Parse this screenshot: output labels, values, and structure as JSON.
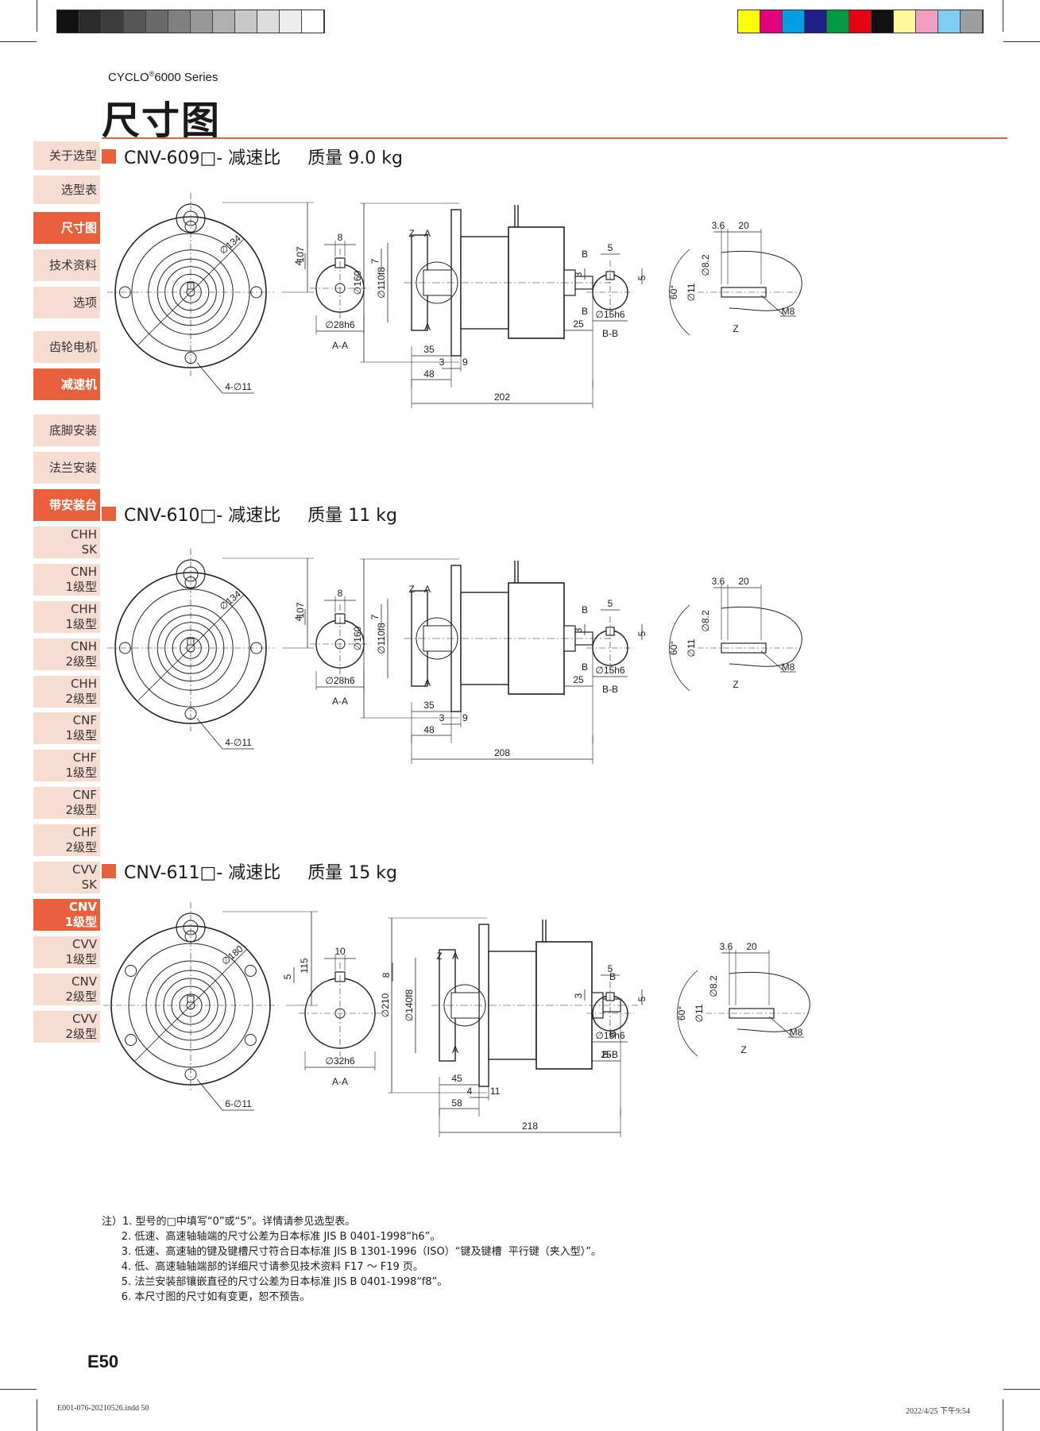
{
  "header": {
    "series": "CYCLO",
    "series_sup": "®",
    "series_rest": "6000 Series",
    "title": "尺寸图"
  },
  "colors": {
    "accent": "#e8603c",
    "tab_bg": "#f7dcd2"
  },
  "gray_bar": [
    "#111111",
    "#2b2b2b",
    "#3d3d3d",
    "#555555",
    "#6a6a6a",
    "#808080",
    "#999999",
    "#b0b0b0",
    "#c8c8c8",
    "#dcdcdc",
    "#ededed",
    "#ffffff"
  ],
  "color_bar": [
    "#ffff00",
    "#e6007e",
    "#00a0e9",
    "#1d2088",
    "#009944",
    "#e60012",
    "#111111",
    "#fff799",
    "#f19ec2",
    "#7ecef4",
    "#9e9e9e"
  ],
  "nav": [
    {
      "label": "关于选型",
      "active": false
    },
    {
      "label": "选型表",
      "active": false
    },
    {
      "label": "尺寸图",
      "active": true
    },
    {
      "label": "技术资料",
      "active": false
    },
    {
      "label": "选项",
      "active": false
    },
    {
      "label": "齿轮电机",
      "active": false
    },
    {
      "label": "减速机",
      "active": true
    },
    {
      "label": "底脚安装",
      "active": false
    },
    {
      "label": "法兰安装",
      "active": false
    },
    {
      "label": "带安装台",
      "active": true
    },
    {
      "label": "CHH\nSK",
      "active": false
    },
    {
      "label": "CNH\n1级型",
      "active": false
    },
    {
      "label": "CHH\n1级型",
      "active": false
    },
    {
      "label": "CNH\n2级型",
      "active": false
    },
    {
      "label": "CHH\n2级型",
      "active": false
    },
    {
      "label": "CNF\n1级型",
      "active": false
    },
    {
      "label": "CHF\n1级型",
      "active": false
    },
    {
      "label": "CNF\n2级型",
      "active": false
    },
    {
      "label": "CHF\n2级型",
      "active": false
    },
    {
      "label": "CVV\nSK",
      "active": false
    },
    {
      "label": "CNV\n1级型",
      "active": true
    },
    {
      "label": "CVV\n1级型",
      "active": false
    },
    {
      "label": "CNV\n2级型",
      "active": false
    },
    {
      "label": "CVV\n2级型",
      "active": false
    }
  ],
  "sections": [
    {
      "model": "CNV-609□- 减速比",
      "mass": "质量  9.0 kg",
      "dims": {
        "pcd": "∅134",
        "h": "107",
        "holes": "4-∅11",
        "key_w": "8",
        "key_d": "7",
        "key_t": "4",
        "shaft": "∅28h6",
        "sec_aa": "A-A",
        "d_outer": "∅160",
        "d_pilot": "∅110f8",
        "l1": "35",
        "l2": "3",
        "l3": "9",
        "l4": "48",
        "total": "202",
        "out": "25",
        "bb_w": "5",
        "bb_t": "3",
        "bb_d": "5",
        "bb_shaft": "∅15h6",
        "sec_bb": "B-B",
        "z1": "3.6",
        "z2": "20",
        "z_d1": "∅8.2",
        "z_d2": "∅11",
        "z_ang": "60°",
        "z_thread": "M8",
        "z": "Z",
        "a": "A",
        "b": "B"
      }
    },
    {
      "model": "CNV-610□- 减速比",
      "mass": "质量  11 kg",
      "dims": {
        "pcd": "∅134",
        "h": "107",
        "holes": "4-∅11",
        "key_w": "8",
        "key_d": "7",
        "key_t": "4",
        "shaft": "∅28h6",
        "sec_aa": "A-A",
        "d_outer": "∅160",
        "d_pilot": "∅110f8",
        "l1": "35",
        "l2": "3",
        "l3": "9",
        "l4": "48",
        "total": "208",
        "out": "25",
        "bb_w": "5",
        "bb_t": "3",
        "bb_d": "5",
        "bb_shaft": "∅15h6",
        "sec_bb": "B-B",
        "z1": "3.6",
        "z2": "20",
        "z_d1": "∅8.2",
        "z_d2": "∅11",
        "z_ang": "60°",
        "z_thread": "M8",
        "z": "Z",
        "a": "A",
        "b": "B"
      }
    },
    {
      "model": "CNV-611□- 减速比",
      "mass": "质量  15 kg",
      "dims": {
        "pcd": "∅180",
        "h": "115",
        "holes": "6-∅11",
        "key_w": "10",
        "key_d": "8",
        "key_t": "5",
        "shaft": "∅32h6",
        "sec_aa": "A-A",
        "d_outer": "∅210",
        "d_pilot": "∅140f8",
        "l1": "45",
        "l2": "4",
        "l3": "11",
        "l4": "58",
        "total": "218",
        "out": "25",
        "bb_w": "5",
        "bb_t": "3",
        "bb_d": "5",
        "bb_shaft": "∅15h6",
        "sec_bb": "B-B",
        "z1": "3.6",
        "z2": "20",
        "z_d1": "∅8.2",
        "z_d2": "∅11",
        "z_ang": "60°",
        "z_thread": "M8",
        "z": "Z",
        "a": "A",
        "b": "B"
      }
    }
  ],
  "notes": [
    "注）1. 型号的□中填写“0”或“5”。详情请参见选型表。",
    "      2. 低速、高速轴轴端的尺寸公差为日本标准 JIS B 0401-1998“h6”。",
    "      3. 低速、高速轴的键及键槽尺寸符合日本标准 JIS B 1301-1996（ISO）“键及键槽  平行键（夹入型）”。",
    "      4. 低、高速轴轴端部的详细尺寸请参见技术资料 F17 ～ F19 页。",
    "      5. 法兰安装部镶嵌直径的尺寸公差为日本标准 JIS B 0401-1998“f8”。",
    "      6. 本尺寸图的尺寸如有变更，恕不预告。"
  ],
  "page_number": "E50",
  "footer": {
    "file": "E001-076-20210526.indd   50",
    "date": "2022/4/25   下午9:54"
  }
}
